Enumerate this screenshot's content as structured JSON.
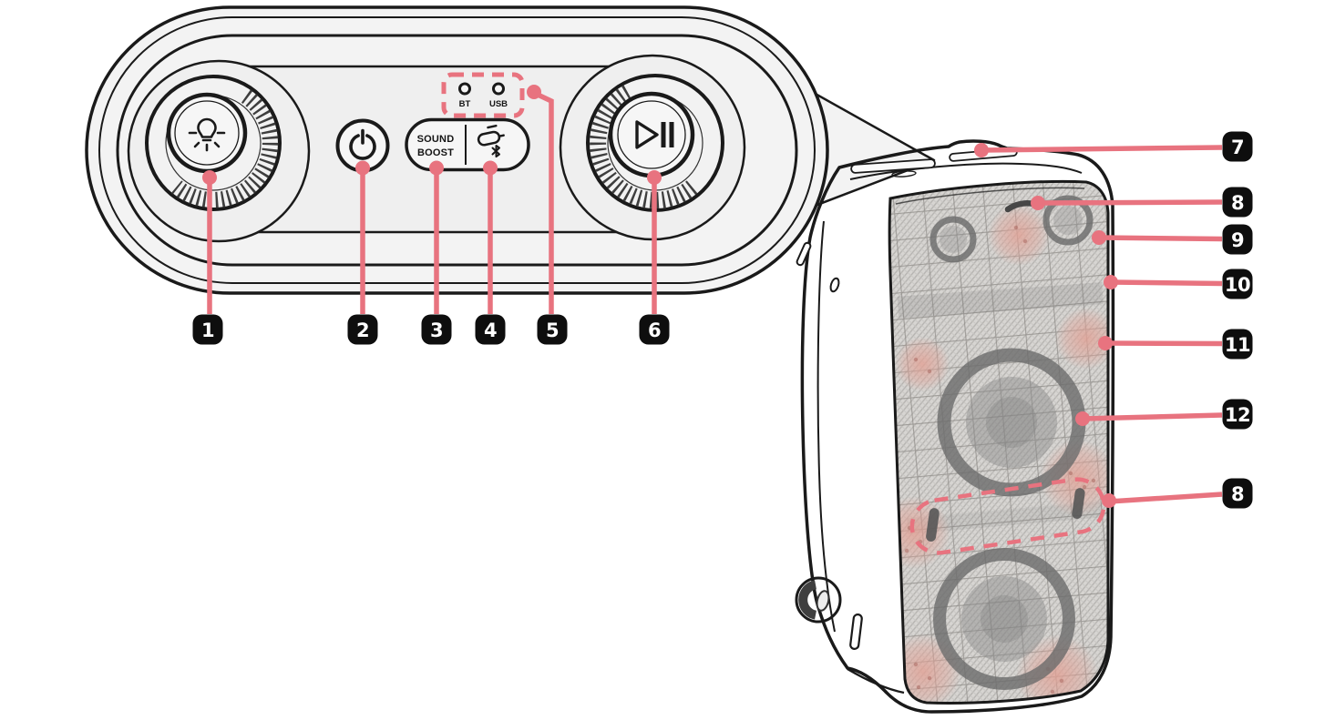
{
  "colors": {
    "callout": "#e8737f",
    "outline": "#1a1a1a",
    "badge_bg": "#0e0e0e",
    "badge_text": "#ffffff",
    "panel_fill": "#f3f3f3",
    "grille_base": "#d7d5d2",
    "glow": "#e2a195"
  },
  "top_panel": {
    "indicators": {
      "bt_label": "BT",
      "usb_label": "USB"
    },
    "sound_boost_button": {
      "line1": "SOUND",
      "line2": "BOOST"
    },
    "icons": {
      "lighting_knob": "light-bulb-icon",
      "power_button": "power-icon",
      "usb_bt_button": "usb-plug-icon, bluetooth-icon",
      "playback_knob": "play-pause-icon"
    }
  },
  "callouts": {
    "top": [
      {
        "label": "1"
      },
      {
        "label": "2"
      },
      {
        "label": "3"
      },
      {
        "label": "4"
      },
      {
        "label": "5"
      },
      {
        "label": "6"
      }
    ],
    "side": [
      {
        "label": "7"
      },
      {
        "label": "8"
      },
      {
        "label": "9"
      },
      {
        "label": "10"
      },
      {
        "label": "11"
      },
      {
        "label": "12"
      },
      {
        "label": "8"
      }
    ]
  }
}
